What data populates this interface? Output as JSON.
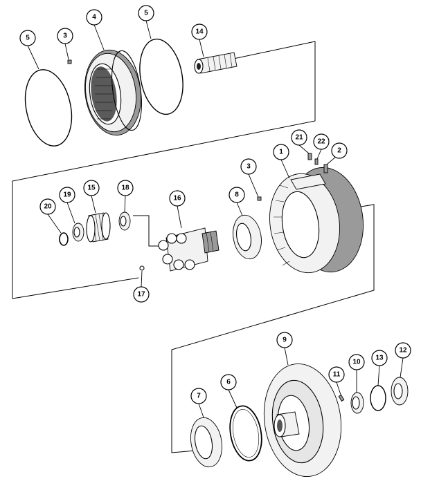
{
  "callouts": {
    "c1": "1",
    "c2": "2",
    "c3a": "3",
    "c3b": "3",
    "c4": "4",
    "c5a": "5",
    "c5b": "5",
    "c6": "6",
    "c7": "7",
    "c8": "8",
    "c9": "9",
    "c10": "10",
    "c11": "11",
    "c12": "12",
    "c13": "13",
    "c14": "14",
    "c15": "15",
    "c16": "16",
    "c17": "17",
    "c18": "18",
    "c19": "19",
    "c20": "20",
    "c21": "21",
    "c22": "22"
  }
}
